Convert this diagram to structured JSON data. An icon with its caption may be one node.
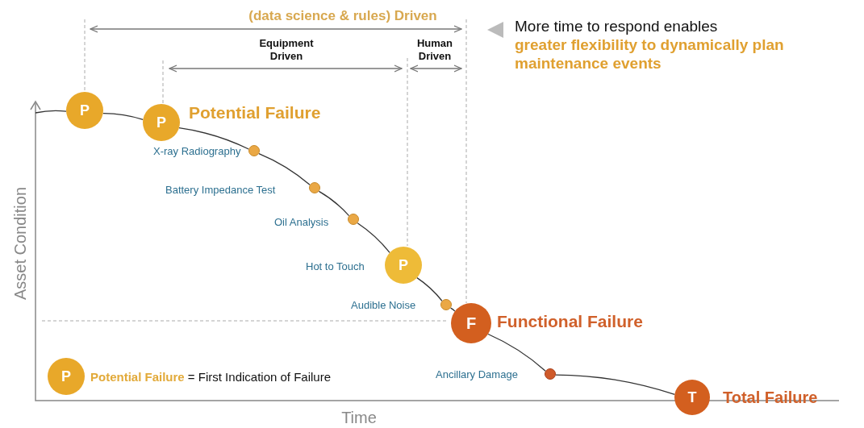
{
  "diagram": {
    "nodes": [
      {
        "text": [
          "P"
        ]
      },
      {
        "text": [
          "P"
        ],
        "beside": [
          "Potential Failure"
        ]
      },
      {
        "text": [],
        "shape": "circle",
        "beside": [
          "X-ray Radiography"
        ]
      },
      {
        "text": [],
        "shape": "circle",
        "beside": [
          "Battery Impedance Test"
        ]
      },
      {
        "text": [],
        "shape": "circle",
        "beside": [
          "Oil Analysis"
        ]
      },
      {
        "text": [
          "P"
        ],
        "beside": [
          "Hot to Touch"
        ]
      },
      {
        "text": [],
        "shape": "circle",
        "beside": [
          "Audible Noise"
        ]
      },
      {
        "text": [
          "F"
        ],
        "beside": [
          "Functional Failure"
        ]
      },
      {
        "text": [],
        "shape": "circle",
        "beside": [
          "Ancillary Damage"
        ]
      },
      {
        "text": [
          "T"
        ],
        "beside": [
          "Total Failure"
        ]
      },
      {
        "text": [
          "P"
        ],
        "beside": [
          "**Potential Failure** = First Indication of Failure"
        ]
      }
    ],
    "edges": [
      {
        "from": null,
        "to": 0,
        "arrow": "none"
      },
      {
        "from": 0,
        "to": 1,
        "arrow": "none"
      },
      {
        "from": 1,
        "to": 2,
        "arrow": "none"
      },
      {
        "from": 2,
        "to": 3,
        "arrow": "none"
      },
      {
        "from": 3,
        "to": 4,
        "arrow": "none"
      },
      {
        "from": 4,
        "to": 5,
        "arrow": "none"
      },
      {
        "from": 5,
        "to": 6,
        "arrow": "none"
      },
      {
        "from": 6,
        "to": 7,
        "arrow": "none"
      },
      {
        "from": 7,
        "to": 8,
        "arrow": "none"
      },
      {
        "from": 8,
        "to": 9,
        "arrow": "none"
      }
    ],
    "labels": [
      "(data science & rules) Driven",
      "Equipment Driven",
      "Human Driven",
      "More time to respond enables **greater flexibility to dynamically plan maintenance events**",
      "Asset Condition",
      "Time"
    ]
  }
}
